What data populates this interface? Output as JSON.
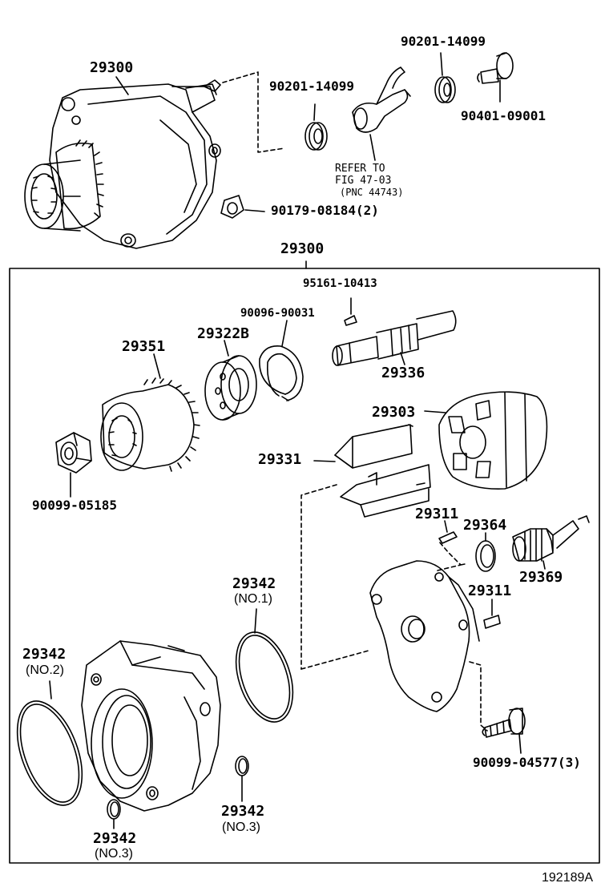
{
  "labels": {
    "assy_top": "29300",
    "gasket_a": "90201-14099",
    "gasket_b": "90201-14099",
    "union_bolt": "90401-09001",
    "refer1": "REFER TO",
    "refer2": "FIG 47-03",
    "refer3": "(PNC 44743)",
    "nut_top": "90179-08184(2)",
    "assy_box": "29300",
    "key": "95161-10413",
    "snap_ring": "90096-90031",
    "gear": "29351",
    "bearing": "29322B",
    "shaft": "29336",
    "rotor": "29303",
    "vane": "29331",
    "nut": "90099-05185",
    "pin_a": "29311",
    "oring_small": "29364",
    "valve": "29369",
    "pin_b": "29311",
    "oring_no1": "29342",
    "oring_no1_sub": "(NO.1)",
    "oring_no2": "29342",
    "oring_no2_sub": "(NO.2)",
    "oring_no3a": "29342",
    "oring_no3a_sub": "(NO.3)",
    "oring_no3b": "29342",
    "oring_no3b_sub": "(NO.3)",
    "bolt": "90099-04577(3)",
    "figure_id": "192189A"
  }
}
